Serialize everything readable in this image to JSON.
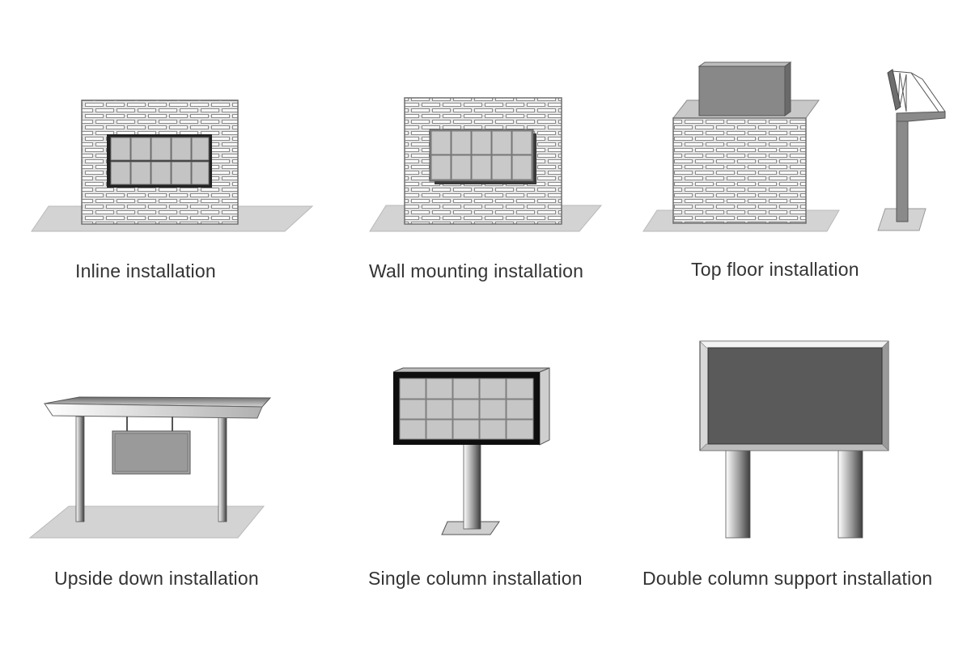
{
  "colors": {
    "background": "#ffffff",
    "ground": "#d3d3d3",
    "screen_grey": "#5a5a5a",
    "tile": "#c4c4c4",
    "brick_fill": "#dcdcdc",
    "text": "#333333"
  },
  "panels": [
    {
      "id": "inline",
      "caption": "Inline installation"
    },
    {
      "id": "wall",
      "caption": "Wall mounting installation"
    },
    {
      "id": "top_floor",
      "caption": "Top floor installation"
    },
    {
      "id": "upside_down",
      "caption": "Upside down installation"
    },
    {
      "id": "single_column",
      "caption": "Single column installation"
    },
    {
      "id": "double_column",
      "caption": "Double column support installation"
    }
  ]
}
